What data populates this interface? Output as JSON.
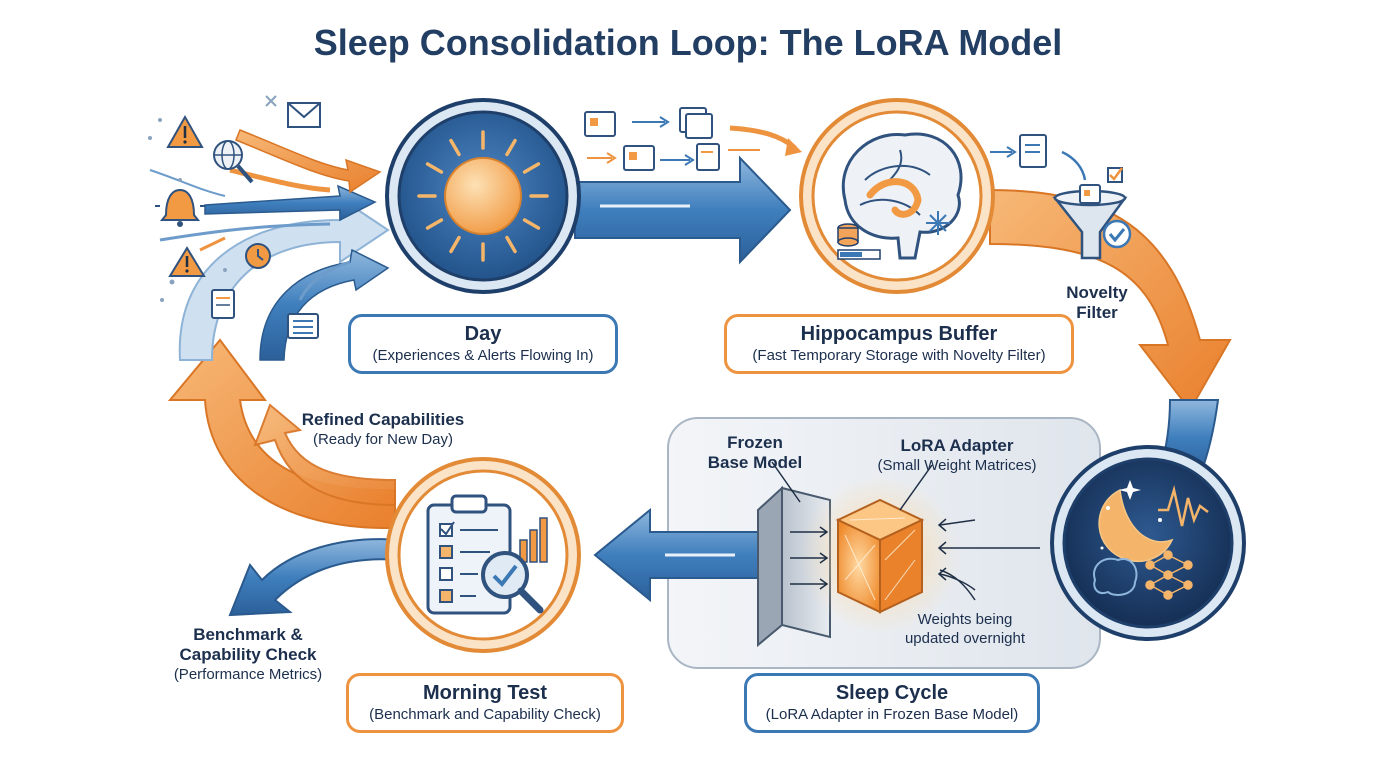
{
  "title": "Sleep Consolidation Loop: The LoRA Model",
  "stages": {
    "day": {
      "title": "Day",
      "subtitle": "(Experiences & Alerts Flowing In)"
    },
    "hippocampus": {
      "title": "Hippocampus Buffer",
      "subtitle": "(Fast Temporary Storage with Novelty Filter)"
    },
    "sleep": {
      "title": "Sleep Cycle",
      "subtitle": "(LoRA Adapter in Frozen Base Model)"
    },
    "morning": {
      "title": "Morning Test",
      "subtitle": "(Benchmark and Capability Check)"
    }
  },
  "labels": {
    "novelty_filter_line1": "Novelty",
    "novelty_filter_line2": "Filter",
    "frozen_line1": "Frozen",
    "frozen_line2": "Base Model",
    "lora_adapter": "LoRA Adapter",
    "lora_adapter_sub": "(Small Weight Matrices)",
    "weights_line1": "Weights being",
    "weights_line2": "updated overnight",
    "refined": "Refined Capabilities",
    "refined_sub": "(Ready for New Day)",
    "benchmark_line1": "Benchmark &",
    "benchmark_line2": "Capability Check",
    "benchmark_sub": "(Performance Metrics)"
  },
  "colors": {
    "blue": "#3b78b4",
    "navy": "#233e63",
    "orange": "#ee9440",
    "panel": "#e4e9ef"
  },
  "icons": [
    "sun-icon",
    "brain-icon",
    "moon-icon",
    "clipboard-icon",
    "cube-icon",
    "funnel-icon",
    "warning-icon",
    "email-icon",
    "globe-icon",
    "bell-icon",
    "document-icon",
    "neural-network-icon"
  ]
}
